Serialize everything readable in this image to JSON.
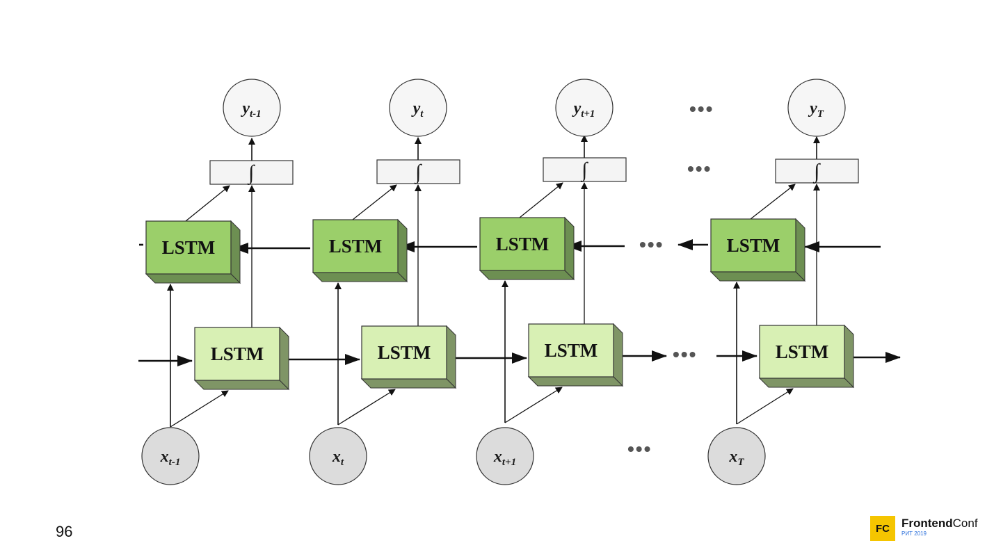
{
  "diagram": {
    "lstm_label": "LSTM",
    "ellipsis": "•••",
    "activation_symbol": "∫",
    "outputs": [
      {
        "base": "y",
        "sub": "t-1"
      },
      {
        "base": "y",
        "sub": "t"
      },
      {
        "base": "y",
        "sub": "t+1"
      },
      {
        "base": "y",
        "sub": "T"
      }
    ],
    "inputs": [
      {
        "base": "x",
        "sub": "t-1"
      },
      {
        "base": "x",
        "sub": "t"
      },
      {
        "base": "x",
        "sub": "t+1"
      },
      {
        "base": "x",
        "sub": "T"
      }
    ],
    "colors": {
      "backward_face": "#9bcf6a",
      "backward_side": "#6d8f52",
      "forward_face": "#d8f0b4",
      "forward_side": "#7f9566",
      "input_fill": "#dcdcdc",
      "output_fill": "#f6f6f6"
    }
  },
  "footer": {
    "page_number": "96",
    "logo_mark": "FC",
    "logo_name_bold": "Frontend",
    "logo_name_light": "Conf",
    "logo_sub": "РИТ 2019"
  }
}
